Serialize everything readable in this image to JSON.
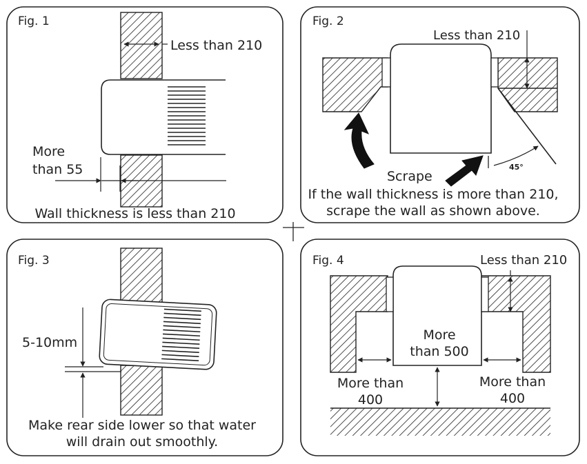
{
  "fig1": {
    "label": "Fig. 1",
    "dim_top": "Less than 210",
    "dim_left_line1": "More",
    "dim_left_line2": "than 55",
    "caption": "Wall thickness is less than 210"
  },
  "fig2": {
    "label": "Fig. 2",
    "dim_top": "Less than 210",
    "scrape": "Scrape",
    "angle": "45°",
    "caption_line1": "If the wall thickness is more than 210,",
    "caption_line2": "scrape the wall as shown above."
  },
  "fig3": {
    "label": "Fig. 3",
    "dim_left": "5-10mm",
    "caption_line1": "Make rear side lower so that water",
    "caption_line2": "will drain out smoothly."
  },
  "fig4": {
    "label": "Fig. 4",
    "dim_top": "Less than 210",
    "center_line1": "More",
    "center_line2": "than 500",
    "left_line1": "More than",
    "left_line2": "400",
    "right_line1": "More than",
    "right_line2": "400"
  }
}
